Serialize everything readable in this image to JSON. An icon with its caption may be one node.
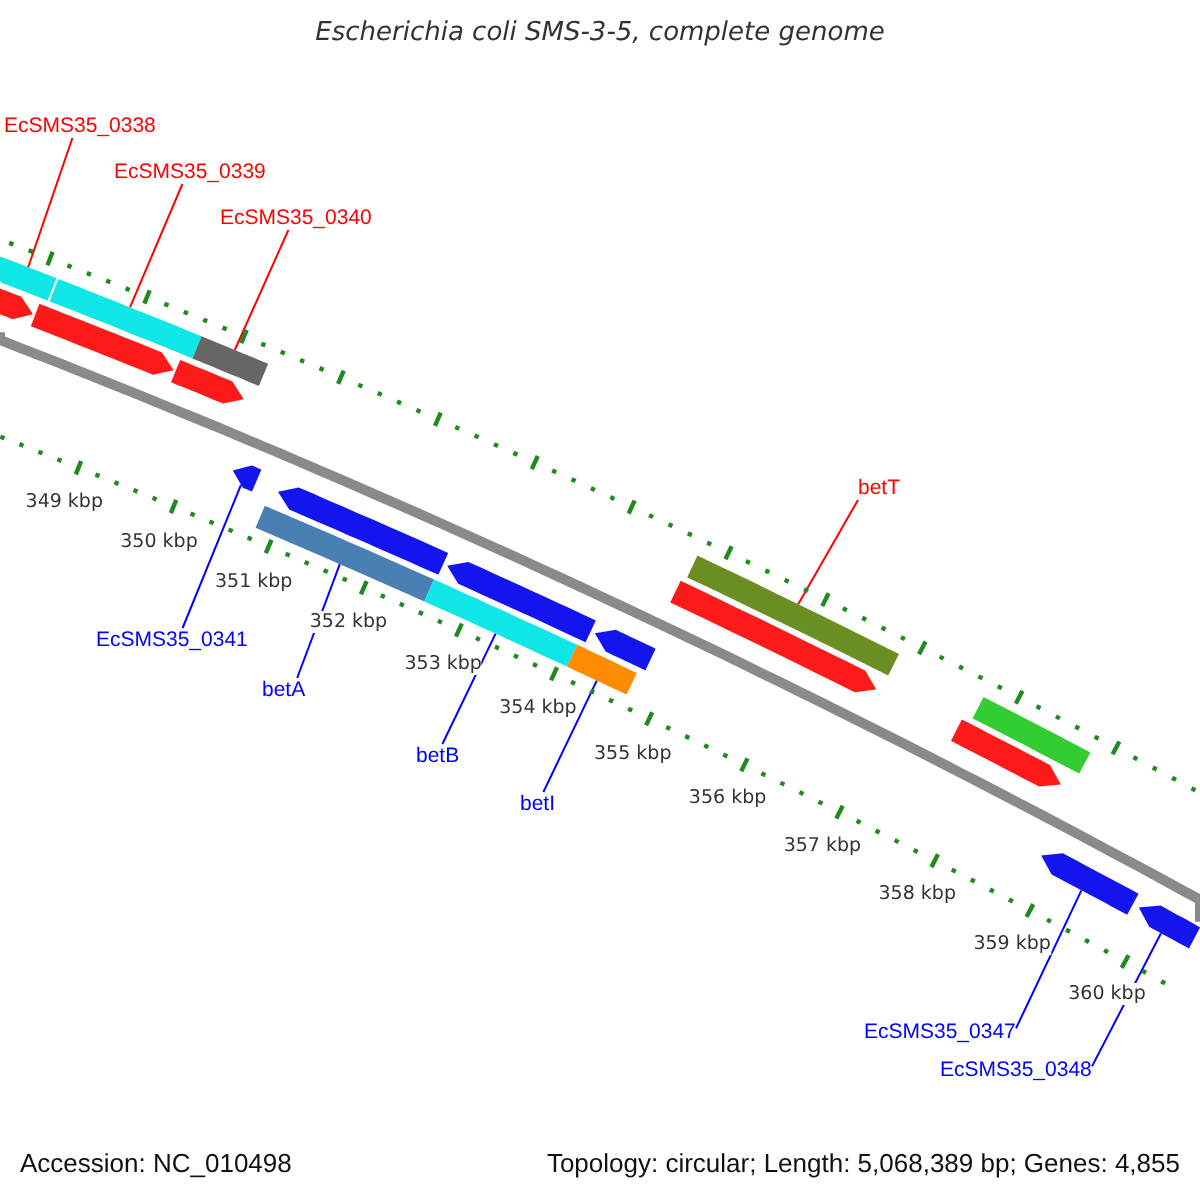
{
  "diagram": {
    "title": "Escherichia coli SMS-3-5, complete genome",
    "nodes": [
      {
        "text": [
          "EcSMS35_0338"
        ]
      },
      {
        "text": [
          "EcSMS35_0339"
        ]
      },
      {
        "text": [
          "EcSMS35_0340"
        ]
      },
      {
        "text": [
          "betT"
        ]
      },
      {
        "text": [
          "EcSMS35_0341"
        ]
      },
      {
        "text": [
          "betA"
        ]
      },
      {
        "text": [
          "betB"
        ]
      },
      {
        "text": [
          "betI"
        ]
      },
      {
        "text": [
          "EcSMS35_0347"
        ]
      },
      {
        "text": [
          "EcSMS35_0348"
        ]
      },
      {
        "text": [],
        "shape": "bar"
      },
      {
        "text": [],
        "shape": "pentagon"
      },
      {
        "text": [],
        "shape": "pentagon"
      },
      {
        "text": [],
        "shape": "bar"
      },
      {
        "text": [],
        "shape": "pentagon"
      },
      {
        "text": [],
        "shape": "bar"
      },
      {
        "text": [],
        "shape": "pentagon"
      },
      {
        "text": [],
        "shape": "bar"
      },
      {
        "text": [],
        "shape": "pentagon"
      },
      {
        "text": [],
        "shape": "bar"
      },
      {
        "text": [],
        "shape": "pentagon"
      },
      {
        "text": [],
        "shape": "bar"
      },
      {
        "text": [],
        "shape": "pentagon"
      },
      {
        "text": [],
        "shape": "pentagon"
      },
      {
        "text": [],
        "shape": "bar"
      },
      {
        "text": [],
        "shape": "pentagon"
      },
      {
        "text": [],
        "shape": "bar"
      },
      {
        "text": [],
        "shape": "pentagon"
      },
      {
        "text": [],
        "shape": "pentagon"
      }
    ],
    "edges": [
      {
        "from": 0,
        "to": 10,
        "arrow": "none",
        "color": "#ff0000"
      },
      {
        "from": 1,
        "to": 13,
        "arrow": "none",
        "color": "#ff0000"
      },
      {
        "from": 2,
        "to": 15,
        "arrow": "none",
        "color": "#ff0000"
      },
      {
        "from": 3,
        "to": 24,
        "arrow": "none",
        "color": "#ff0000"
      },
      {
        "from": 4,
        "to": 16,
        "arrow": "none"
      },
      {
        "from": 5,
        "to": 17,
        "arrow": "none"
      },
      {
        "from": 6,
        "to": 19,
        "arrow": "none"
      },
      {
        "from": 7,
        "to": 21,
        "arrow": "none"
      },
      {
        "from": 8,
        "to": 27,
        "arrow": "none"
      },
      {
        "from": 9,
        "to": 28,
        "arrow": "none"
      }
    ],
    "labels": [
      "349 kbp",
      "350 kbp",
      "351 kbp",
      "352 kbp",
      "353 kbp",
      "354 kbp",
      "355 kbp",
      "356 kbp",
      "357 kbp",
      "358 kbp",
      "359 kbp",
      "360 kbp",
      "Accession: NC_010498",
      "Topology: circular; Length: 5,068,389 bp; Genes: 4,855"
    ]
  }
}
